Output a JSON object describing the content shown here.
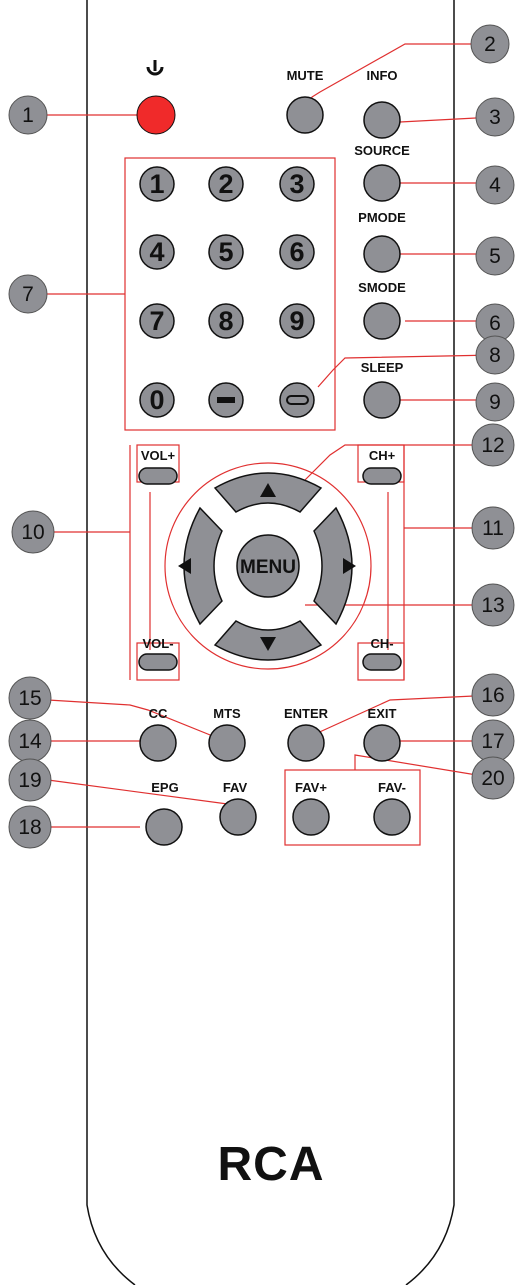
{
  "colors": {
    "body_outline": "#111111",
    "button_fill": "#8f9095",
    "power_button": "#f02a2a",
    "leader_line": "#e03030"
  },
  "labels": {
    "mute": "MUTE",
    "info": "INFO",
    "source": "SOURCE",
    "pmode": "PMODE",
    "smode": "SMODE",
    "sleep": "SLEEP",
    "vol_plus": "VOL+",
    "vol_minus": "VOL-",
    "ch_plus": "CH+",
    "ch_minus": "CH-",
    "menu": "MENU",
    "cc": "CC",
    "mts": "MTS",
    "enter": "ENTER",
    "exit": "EXIT",
    "epg": "EPG",
    "fav": "FAV",
    "fav_plus": "FAV+",
    "fav_minus": "FAV-"
  },
  "digits": [
    "1",
    "2",
    "3",
    "4",
    "5",
    "6",
    "7",
    "8",
    "9",
    "0"
  ],
  "callouts": [
    "1",
    "2",
    "3",
    "4",
    "5",
    "6",
    "7",
    "8",
    "9",
    "10",
    "11",
    "12",
    "13",
    "14",
    "15",
    "16",
    "17",
    "18",
    "19",
    "20"
  ],
  "icons": {
    "power": "power-icon",
    "dash": "dash-icon",
    "recall": "recall-icon",
    "up": "arrow-up-icon",
    "down": "arrow-down-icon",
    "left": "arrow-left-icon",
    "right": "arrow-right-icon"
  },
  "brand": "RCA"
}
